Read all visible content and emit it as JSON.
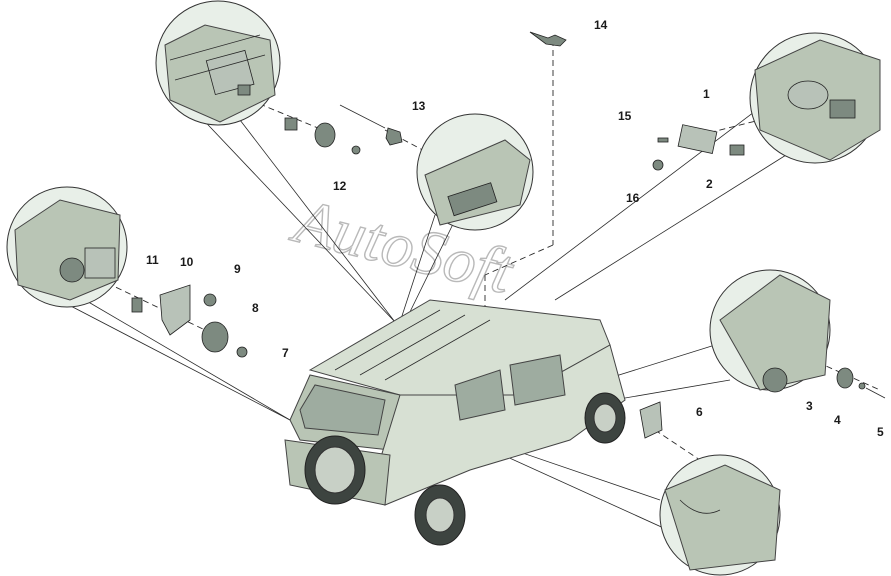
{
  "watermark": "AutoSoft",
  "callouts": [
    {
      "id": "1",
      "label": "1"
    },
    {
      "id": "2",
      "label": "2"
    },
    {
      "id": "3",
      "label": "3"
    },
    {
      "id": "4",
      "label": "4"
    },
    {
      "id": "5",
      "label": "5"
    },
    {
      "id": "6",
      "label": "6"
    },
    {
      "id": "7",
      "label": "7"
    },
    {
      "id": "8",
      "label": "8"
    },
    {
      "id": "9",
      "label": "9"
    },
    {
      "id": "10",
      "label": "10"
    },
    {
      "id": "11",
      "label": "11"
    },
    {
      "id": "12",
      "label": "12"
    },
    {
      "id": "13",
      "label": "13"
    },
    {
      "id": "14",
      "label": "14"
    },
    {
      "id": "15",
      "label": "15"
    },
    {
      "id": "16",
      "label": "16"
    }
  ],
  "colors": {
    "vehicle_body": "#d7e0d3",
    "parts": "#7d8a80",
    "lines": "#2a2a2a",
    "watermark": "#b9b9b9"
  }
}
